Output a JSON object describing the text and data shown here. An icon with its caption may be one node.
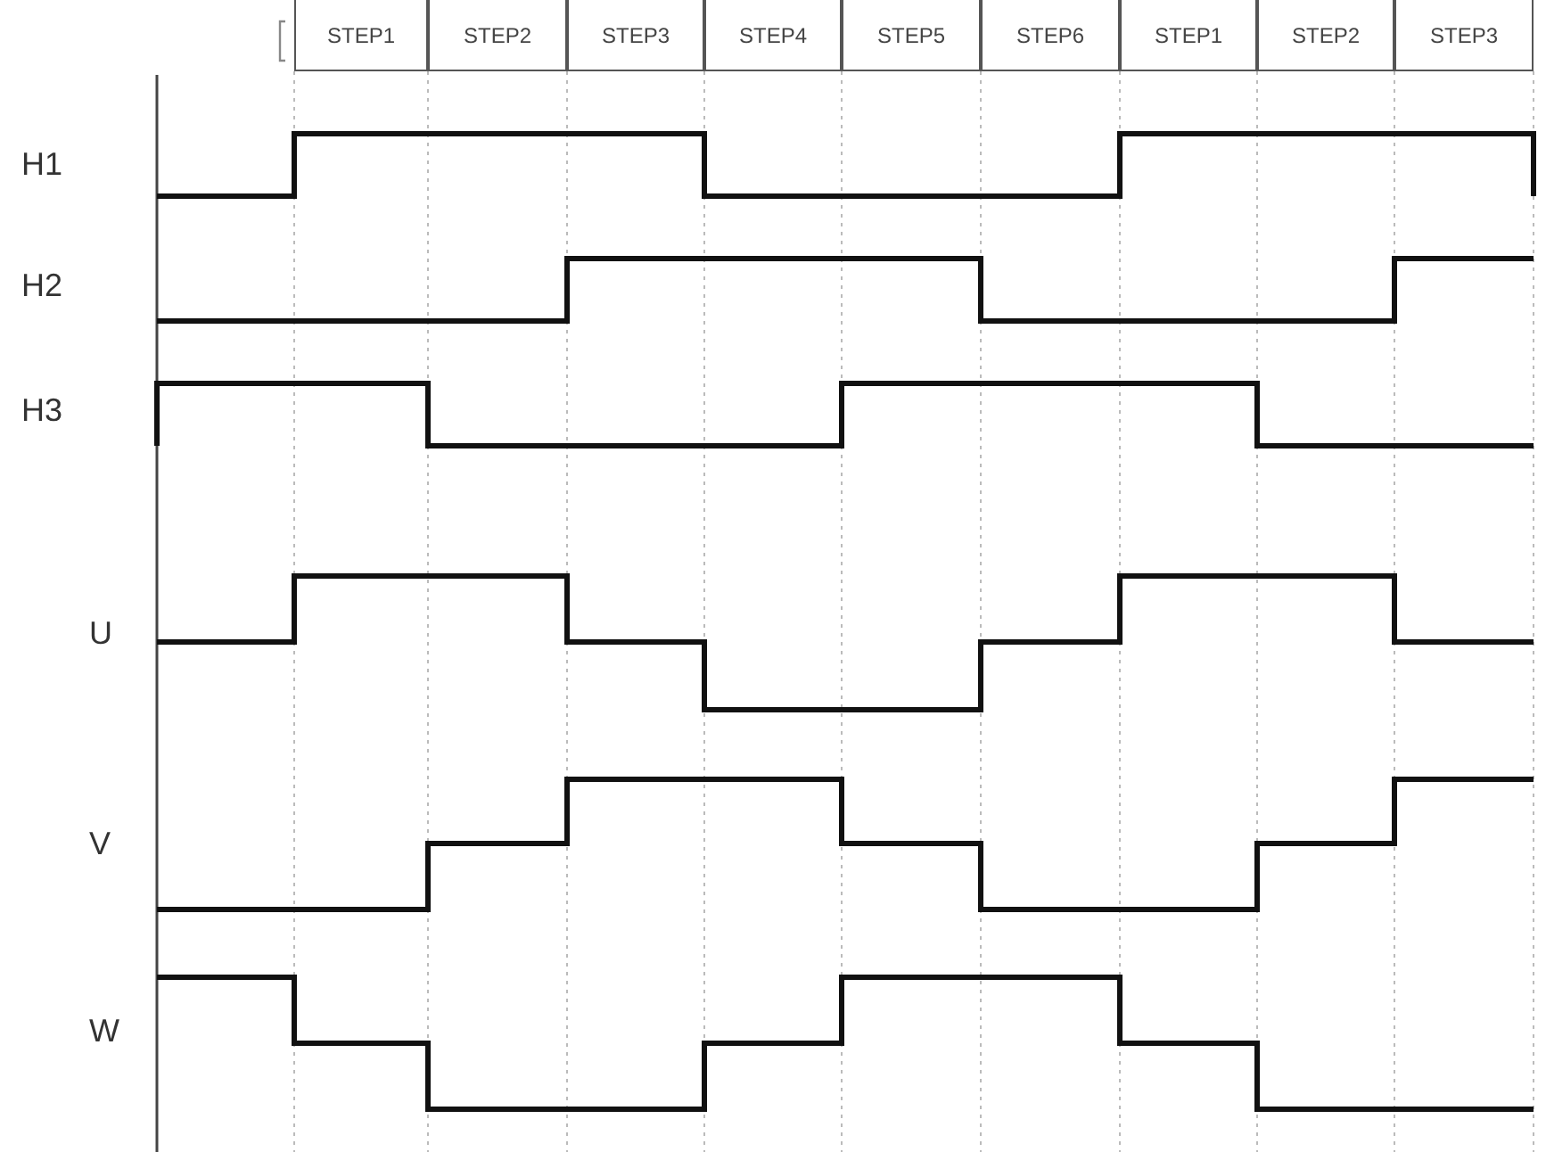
{
  "diagram": {
    "nodes": [
      {
        "text": [
          "STEP1"
        ]
      },
      {
        "text": [
          "STEP2"
        ]
      },
      {
        "text": [
          "STEP3"
        ]
      },
      {
        "text": [
          "STEP4"
        ]
      },
      {
        "text": [
          "STEP5"
        ]
      },
      {
        "text": [
          "STEP6"
        ]
      },
      {
        "text": [
          "STEP1"
        ]
      },
      {
        "text": [
          "STEP2"
        ]
      },
      {
        "text": [
          "STEP3"
        ]
      }
    ],
    "labels": [
      "H1",
      "H2",
      "H3",
      "U",
      "V",
      "W"
    ]
  }
}
